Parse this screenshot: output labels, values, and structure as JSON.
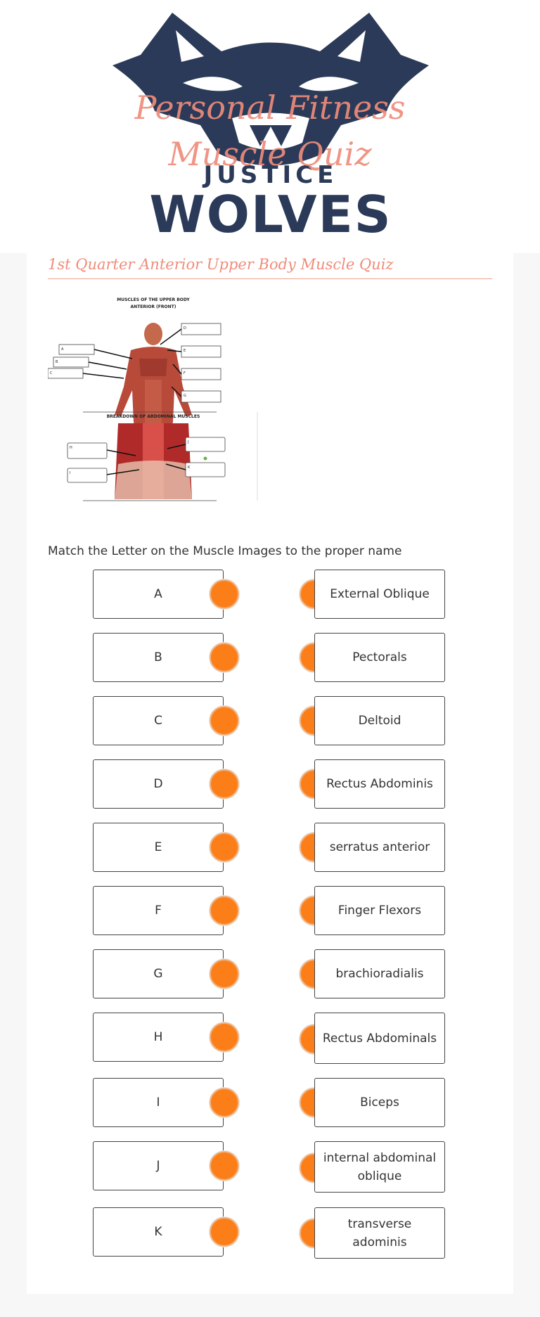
{
  "header": {
    "title_line1": "Personal Fitness",
    "title_line2": "Muscle Quiz",
    "logo_text_top": "JUSTICE",
    "logo_text_bottom": "WOLVES",
    "colors": {
      "logo_navy": "#2b3a58",
      "title_salmon": "#ef8c7a"
    }
  },
  "section": {
    "title": "1st Quarter Anterior Upper Body Muscle Quiz",
    "instructions": "Match the Letter on the Muscle Images to the proper name"
  },
  "diagram": {
    "upper_title_line1": "MUSCLES OF THE UPPER BODY",
    "upper_title_line2": "ANTERIOR (FRONT)",
    "lower_title": "BREAKDOWN OF ABDOMINAL MUSCLES",
    "labels_upper": [
      "D",
      "E",
      "F",
      "G",
      "A",
      "B",
      "C"
    ],
    "labels_lower": [
      "H",
      "I",
      "J",
      "K"
    ]
  },
  "match": {
    "letters": [
      "A",
      "B",
      "C",
      "D",
      "E",
      "F",
      "G",
      "H",
      "I",
      "J",
      "K"
    ],
    "names": [
      "External Oblique",
      "Pectorals",
      "Deltoid",
      "Rectus Abdominis",
      "serratus anterior",
      "Finger Flexors",
      "brachioradialis",
      "Rectus Abdominals",
      "Biceps",
      "internal abdominal oblique",
      "transverse adominis"
    ],
    "dot_color": "#fb7e18"
  }
}
